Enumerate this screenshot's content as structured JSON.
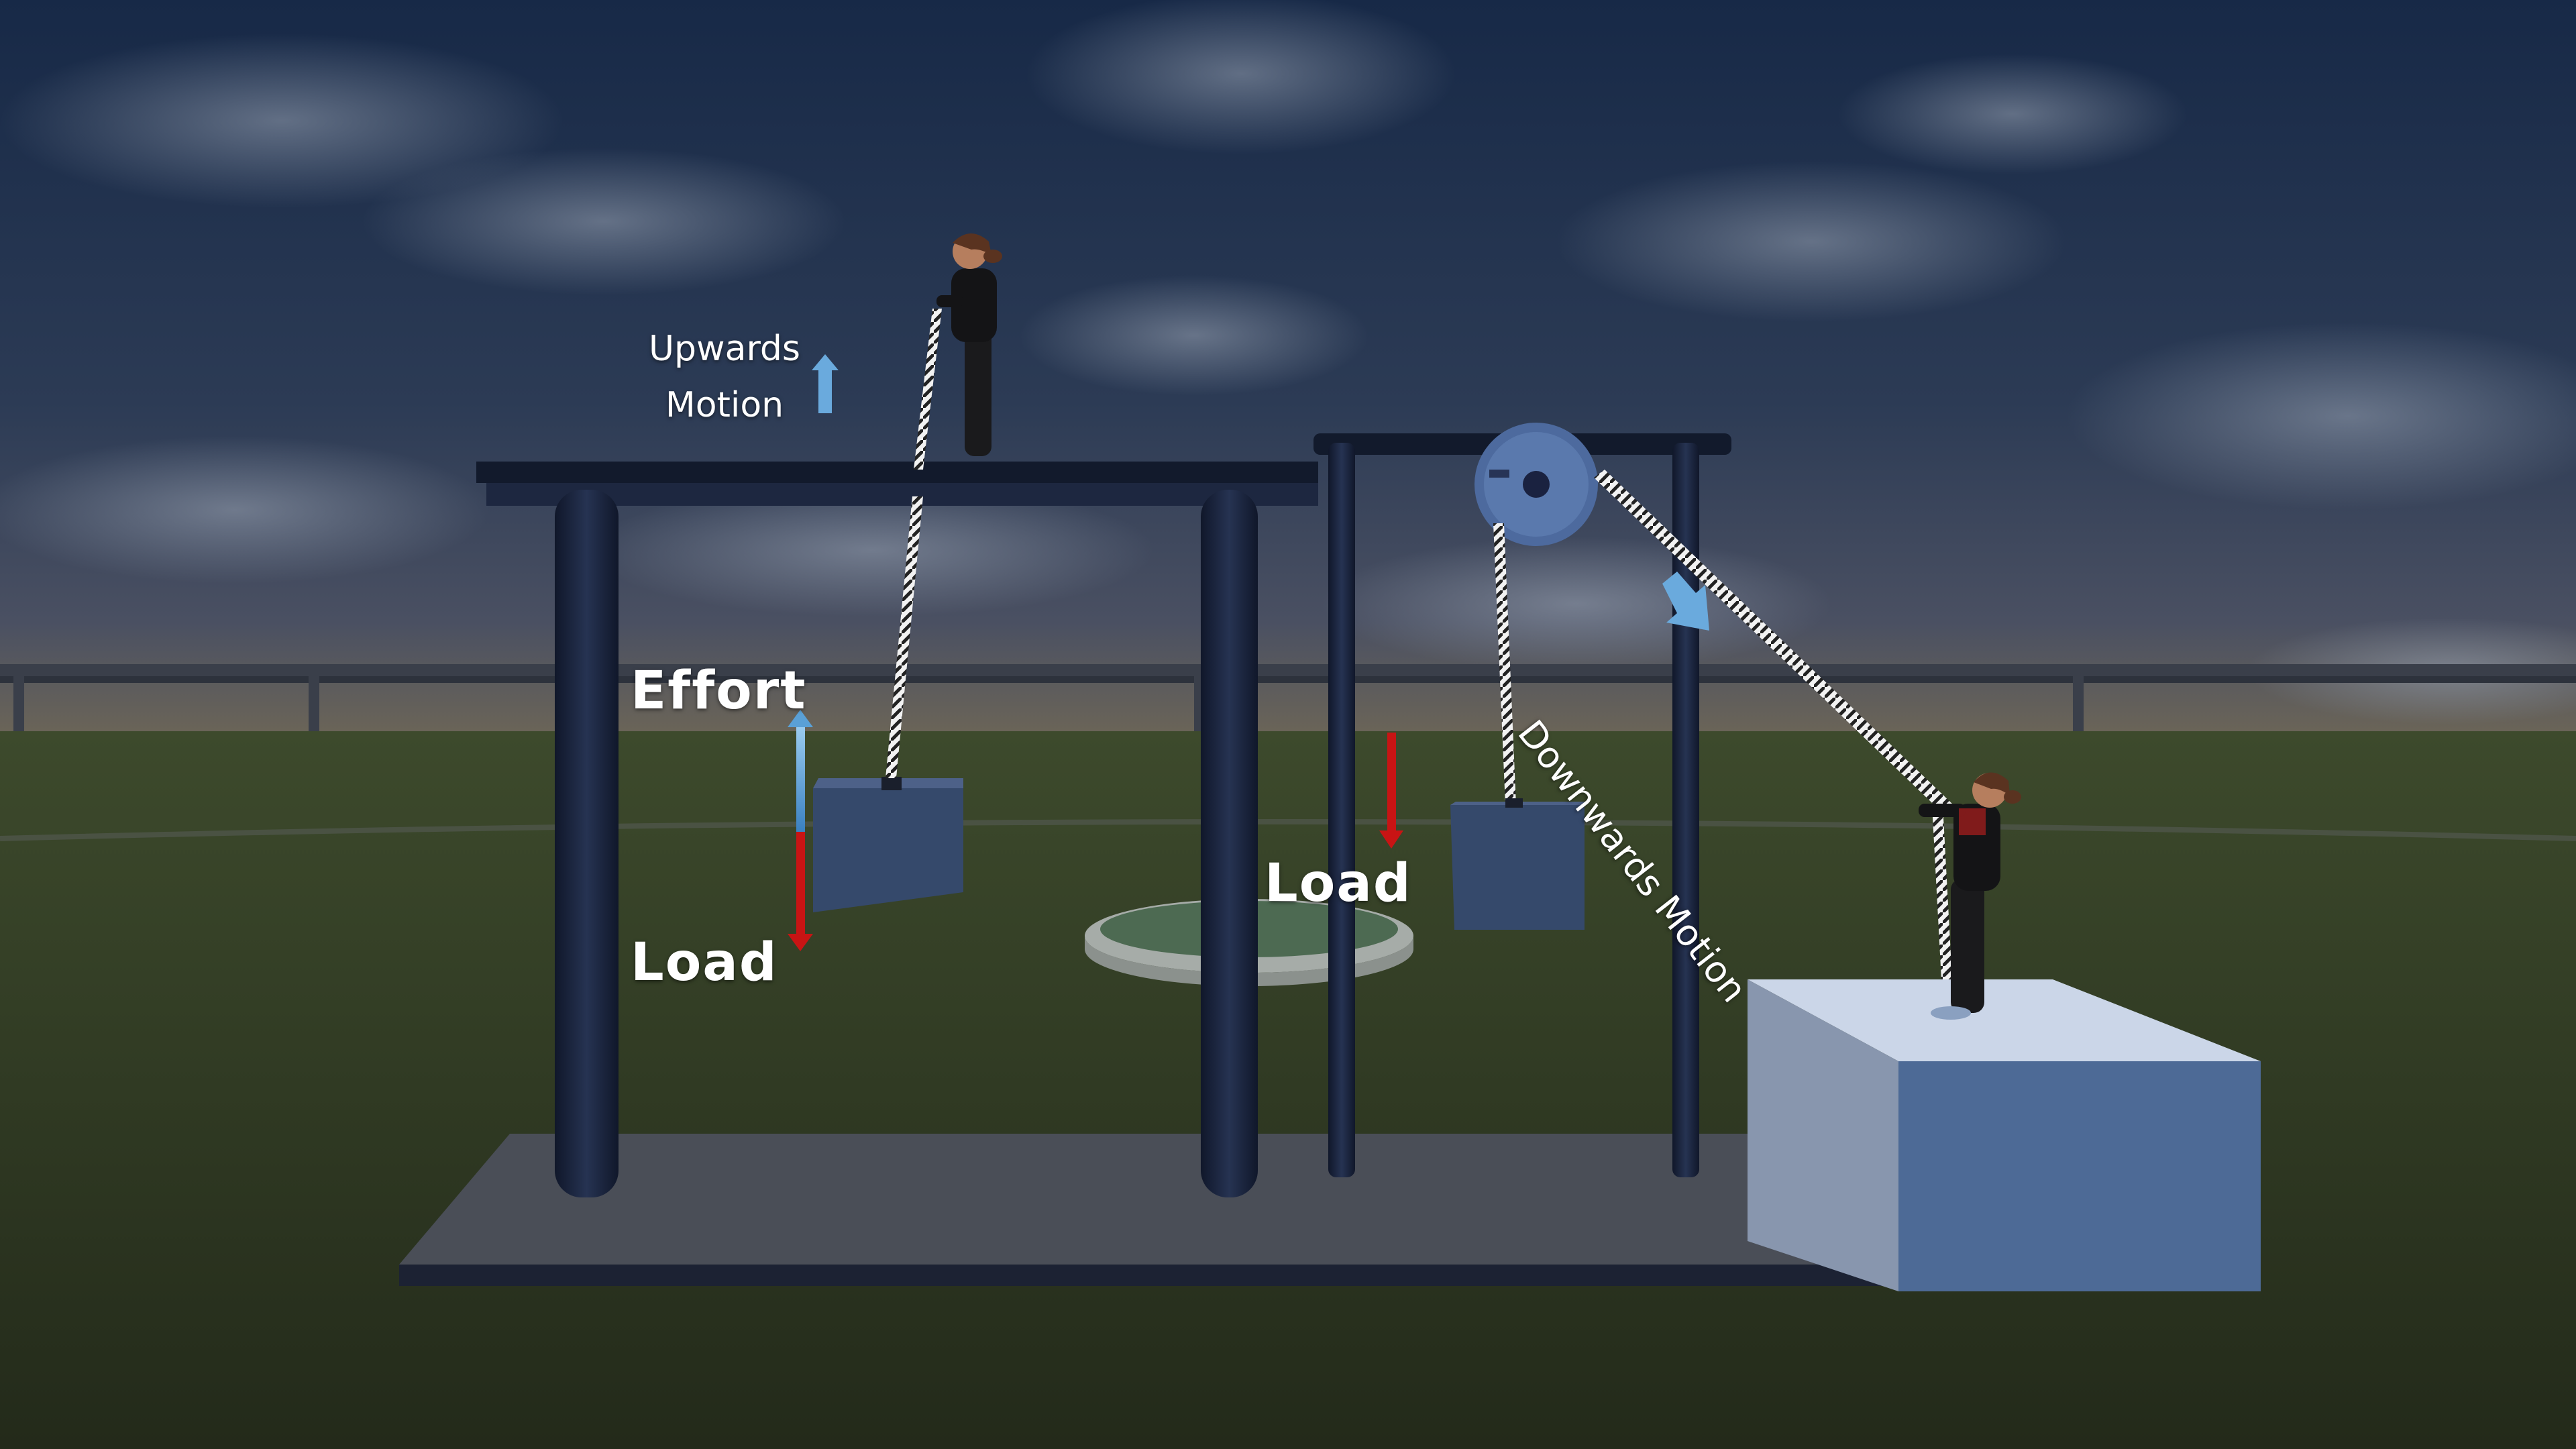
{
  "labels": {
    "upwards_motion_line1": "Upwards",
    "upwards_motion_line2": "Motion",
    "effort": "Effort",
    "load_left": "Load",
    "load_right": "Load",
    "downwards_motion": "Downwards Motion"
  },
  "icons": {
    "upwards_arrow": "arrow-up-icon",
    "downwards_arrow": "arrow-down-right-icon",
    "effort_arrow": "arrow-up-icon",
    "load_arrow_left": "arrow-down-icon",
    "load_arrow_right": "arrow-down-icon"
  },
  "colors": {
    "effort_arrow": "#5aa0d6",
    "load_arrow": "#c81414",
    "motion_arrow": "#6aaadd",
    "frame": "#182034",
    "load_block": "#35496b",
    "platform": "#cbd6e8"
  }
}
